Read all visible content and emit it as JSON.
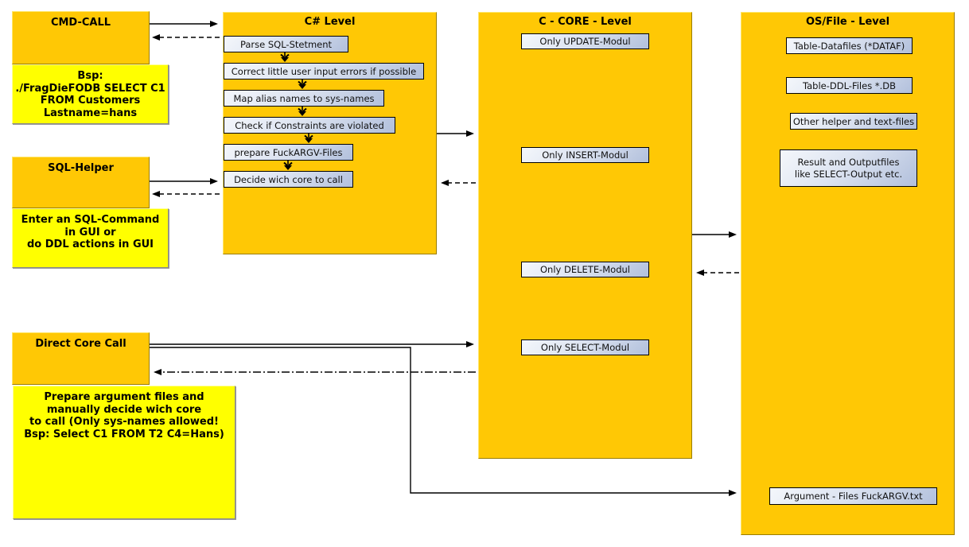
{
  "palette": {
    "box_fill": "#ffc805",
    "note_fill": "#ffff00",
    "chip_fill_light": "#f4f7fb",
    "chip_fill_dark": "#b2c0dc",
    "wire_color": "#000000"
  },
  "cmd_call": {
    "title": "CMD-CALL",
    "note": "Bsp:\n./FragDieFODB SELECT C1\nFROM Customers\nLastname=hans"
  },
  "sql_helper": {
    "title": "SQL-Helper",
    "note": "Enter an SQL-Command\nin GUI or\ndo DDL actions in GUI"
  },
  "direct_core_call": {
    "title": "Direct Core Call",
    "note": "Prepare argument files and\nmanually decide wich core\nto call (Only sys-names allowed!\nBsp: Select C1 FROM T2 C4=Hans)"
  },
  "csharp_level": {
    "title": "C# Level",
    "steps": [
      "Parse SQL-Stetment",
      "Correct little user input errors if possible",
      "Map alias names to sys-names",
      "Check if Constraints are violated",
      "prepare FuckARGV-Files",
      "Decide wich core to call"
    ]
  },
  "c_core_level": {
    "title": "C - CORE - Level",
    "modules": [
      "Only UPDATE-Modul",
      "Only INSERT-Modul",
      "Only DELETE-Modul",
      "Only SELECT-Modul"
    ]
  },
  "os_file_level": {
    "title": "OS/File - Level",
    "files": [
      "Table-Datafiles (*DATAF)",
      "Table-DDL-Files *.DB",
      "Other helper and text-files",
      "Result and Outputfiles\nlike SELECT-Output etc.",
      "Argument - Files FuckARGV.txt"
    ]
  }
}
